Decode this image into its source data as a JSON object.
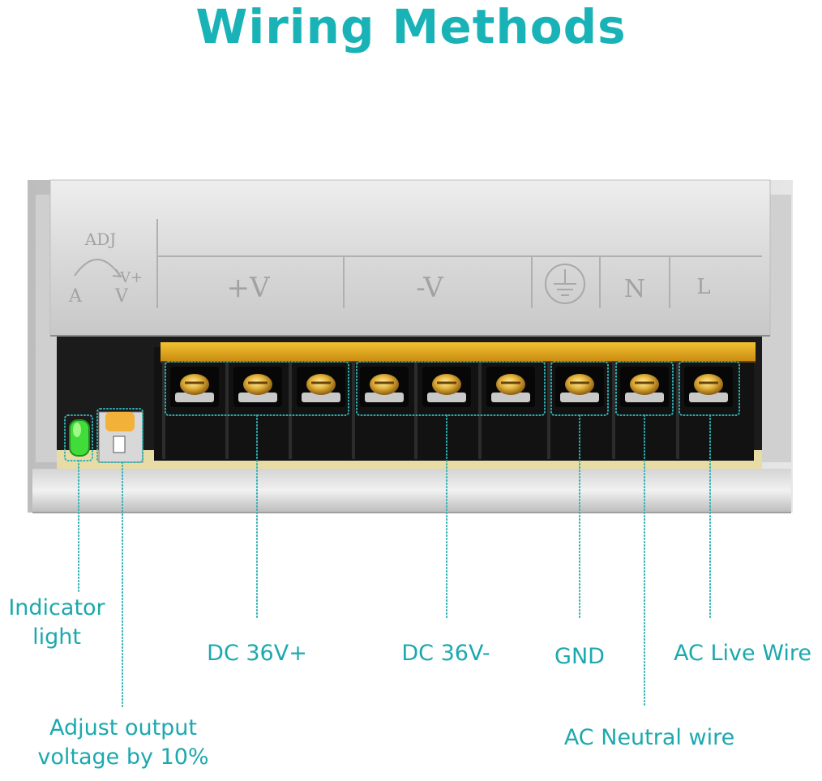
{
  "title": "Wiring Methods",
  "colors": {
    "accent": "#19b3b7",
    "label": "#1ca9ae",
    "leader": "#2fb0b2"
  },
  "panel": {
    "adj": "ADJ",
    "a": "A",
    "v": "V",
    "v_plus": "V+",
    "plus_v": "+V",
    "minus_v": "-V",
    "n": "N",
    "l": "L",
    "ground_icon": "ground-icon"
  },
  "labels": {
    "indicator": [
      "Indicator",
      "light"
    ],
    "adjust": [
      "Adjust output",
      "voltage by 10%"
    ],
    "dc_plus": "DC 36V+",
    "dc_minus": "DC 36V-",
    "gnd": "GND",
    "ac_live": "AC Live Wire",
    "ac_neutral": "AC Neutral wire"
  }
}
